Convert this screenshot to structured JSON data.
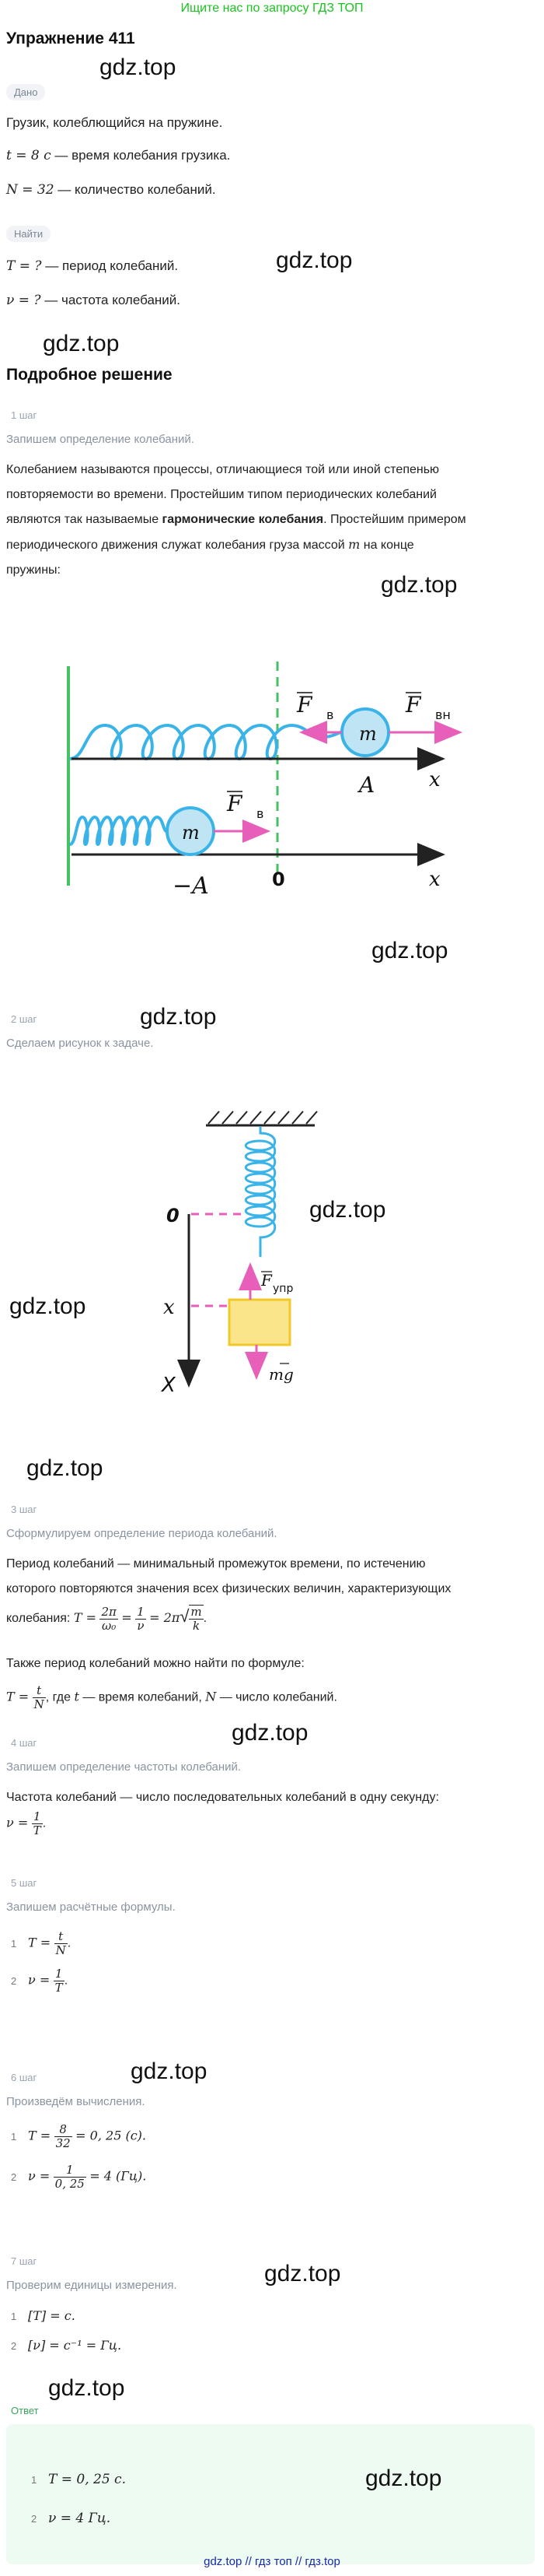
{
  "banner": "Ищите нас по запросу ГДЗ ТОП",
  "title": "Упражнение 411",
  "watermark": "gdz.top",
  "given": {
    "label": "Дано",
    "line1": "Грузик, колеблющийся на пружине.",
    "line2_math": "t = 8 с",
    "line2_text": " — время колебания грузика.",
    "line3_math": "N = 32",
    "line3_text": " — количество колебаний."
  },
  "find": {
    "label": "Найти",
    "line1_math": "T = ?",
    "line1_text": " — период колебаний.",
    "line2_math": "ν = ?",
    "line2_text": " — частота колебаний."
  },
  "solution_title": "Подробное решение",
  "step1": {
    "label": "1 шаг",
    "caption": "Запишем определение колебаний.",
    "p1": "Колебанием называются процессы, отличающиеся той или иной степенью",
    "p2": "повторяемости во времени. Простейшим типом периодических колебаний",
    "p3a": "являются так называемые ",
    "p3b": "гармонические колебания",
    "p3c": ". Простейшим примером",
    "p4a": "периодического движения служат колебания груза массой ",
    "p4m": "m",
    "p4b": " на конце",
    "p5": "пружины:"
  },
  "fig1": {
    "fb": "F",
    "fb_sub": "в",
    "fvn": "F",
    "fvn_sub": "вн",
    "m": "m",
    "A": "A",
    "x": "x",
    "minusA": "−A",
    "zero": "0"
  },
  "step2": {
    "label": "2 шаг",
    "caption": "Сделаем рисунок к задаче."
  },
  "fig2": {
    "zero": "0",
    "x": "x",
    "X": "X",
    "fupr": "F",
    "fupr_sub": "упр",
    "mg": "mg"
  },
  "step3": {
    "label": "3 шаг",
    "caption": "Сформулируем определение периода колебаний.",
    "p1": "Период колебаний — минимальный промежуток времени, по истечению",
    "p2": "которого повторяются значения всех физических величин, характеризующих",
    "p3": "колебания: ",
    "f_T": "T =",
    "f_2pi": "2π",
    "f_w0": "ω₀",
    "f_eq": "=",
    "f_1": "1",
    "f_nu": "ν",
    "f_2pisqrt": "= 2π",
    "f_m": "m",
    "f_k": "k",
    "f_dot": ".",
    "p4": "Также период колебаний можно найти по формуле:",
    "p5_T": "T =",
    "p5_t": "t",
    "p5_N": "N",
    "p5_rest_a": ", где ",
    "p5_rest_t": "t",
    "p5_rest_b": " — время колебаний, ",
    "p5_rest_N": "N",
    "p5_rest_c": " — число колебаний."
  },
  "step4": {
    "label": "4 шаг",
    "caption": "Запишем определение частоты колебаний.",
    "p1": "Частота колебаний — число последовательных колебаний в одну секунду:",
    "f_nu": "ν =",
    "f_1": "1",
    "f_T": "T",
    "f_dot": "."
  },
  "step5": {
    "label": "5 шаг",
    "caption": "Запишем расчётные формулы.",
    "n1": "1",
    "n2": "2",
    "f1_T": "T =",
    "f1_t": "t",
    "f1_N": "N",
    "f2_nu": "ν =",
    "f2_1": "1",
    "f2_T": "T",
    "dot": "."
  },
  "step6": {
    "label": "6 шаг",
    "caption": "Произведём вычисления.",
    "n1": "1",
    "n2": "2",
    "f1_T": "T =",
    "f1_num": "8",
    "f1_den": "32",
    "f1_rest": "= 0, 25  (с).",
    "f2_nu": "ν =",
    "f2_num": "1",
    "f2_den": "0, 25",
    "f2_rest": "= 4  (Гц)."
  },
  "step7": {
    "label": "7 шаг",
    "caption": "Проверим единицы измерения.",
    "n1": "1",
    "n2": "2",
    "l1": "[T] = с.",
    "l2": "[ν] = с⁻¹ = Гц."
  },
  "answer": {
    "label": "Ответ",
    "n1": "1",
    "n2": "2",
    "l1": "T = 0, 25 с.",
    "l2": "ν = 4 Гц."
  },
  "footer": "gdz.top  //  гдз топ  //  гдз.top"
}
